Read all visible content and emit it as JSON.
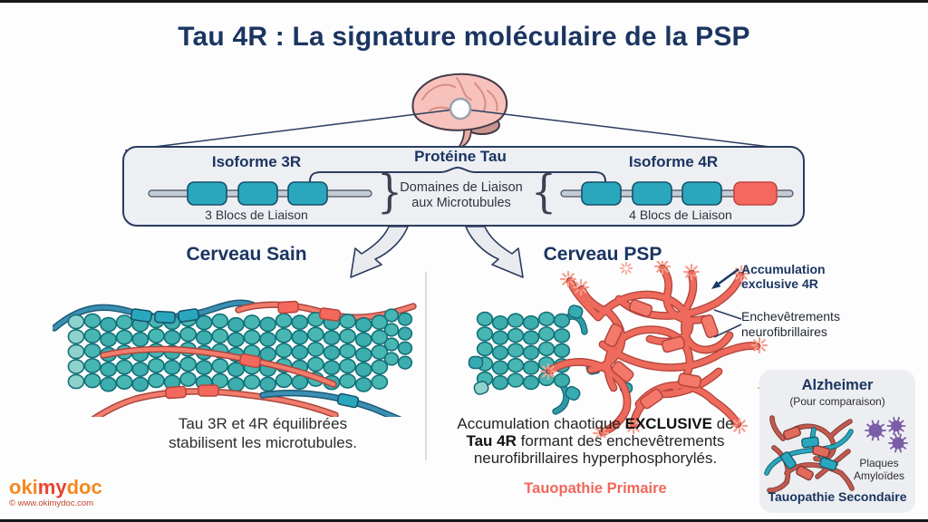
{
  "title": "Tau 4R : La signature moléculaire de la PSP",
  "panel": {
    "protein_title": "Protéine Tau",
    "domains_line1": "Domaines de Liaison",
    "domains_line2": "aux Microtubules",
    "brace_close": "}",
    "brace_open": "{",
    "isoform3r": {
      "title": "Isoforme 3R",
      "caption": "3 Blocs de Liaison"
    },
    "isoform4r": {
      "title": "Isoforme 4R",
      "caption": "4 Blocs de Liaison"
    }
  },
  "healthy": {
    "heading": "Cerveau Sain",
    "caption_line1": "Tau 3R et 4R équilibrées",
    "caption_line2": "stabilisent les microtubules."
  },
  "psp": {
    "heading": "Cerveau PSP",
    "annotation_accumulation_line1": "Accumulation",
    "annotation_accumulation_line2": "exclusive 4R",
    "annotation_tangles_line1": "Enchevêtrements",
    "annotation_tangles_line2": "neurofibrillaires",
    "caption_l1_a": "Accumulation chaotique ",
    "caption_l1_b": "EXCLUSIVE",
    "caption_l1_c": " de",
    "caption_l2_a": "Tau 4R",
    "caption_l2_b": " formant des enchevêtrements",
    "caption_l3": "neurofibrillaires hyperphosphorylés.",
    "tag": "Tauopathie Primaire"
  },
  "alzheimer": {
    "title": "Alzheimer",
    "subtitle": "(Pour comparaison)",
    "plaques_line1": "Plaques",
    "plaques_line2": "Amyloïdes",
    "footer": "Tauopathie Secondaire"
  },
  "branding": {
    "logo_oki": "oki",
    "logo_my": "my",
    "logo_doc": "doc",
    "url": "© www.okimydoc.com"
  },
  "colors": {
    "navy": "#1b3561",
    "teal": "#2aa7bd",
    "salmon": "#f3685c",
    "strand_blue": "#3b8fb5",
    "purple": "#7b5ca6",
    "panel_bg": "#edeff3",
    "logo_orange": "#f6881f",
    "logo_red": "#e8432e"
  }
}
